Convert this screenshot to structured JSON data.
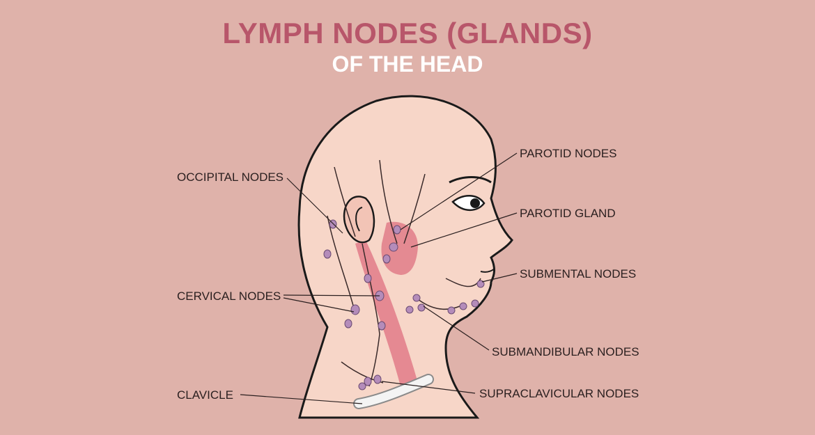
{
  "title": "LYMPH NODES (GLANDS)",
  "subtitle": "OF THE HEAD",
  "labels": {
    "occipital": "OCCIPITAL NODES",
    "cervical": "CERVICAL NODES",
    "clavicle": "CLAVICLE",
    "parotid_nodes": "PAROTID NODES",
    "parotid_gland": "PAROTID  GLAND",
    "submental": "SUBMENTAL NODES",
    "submandibular": "SUBMANDIBULAR NODES",
    "supraclavicular": "SUPRACLAVICULAR NODES"
  },
  "colors": {
    "background": "#dfb2aa",
    "title": "#b8566a",
    "skin": "#f7d6c8",
    "node": "#b48cba",
    "gland": "#e48a92"
  }
}
